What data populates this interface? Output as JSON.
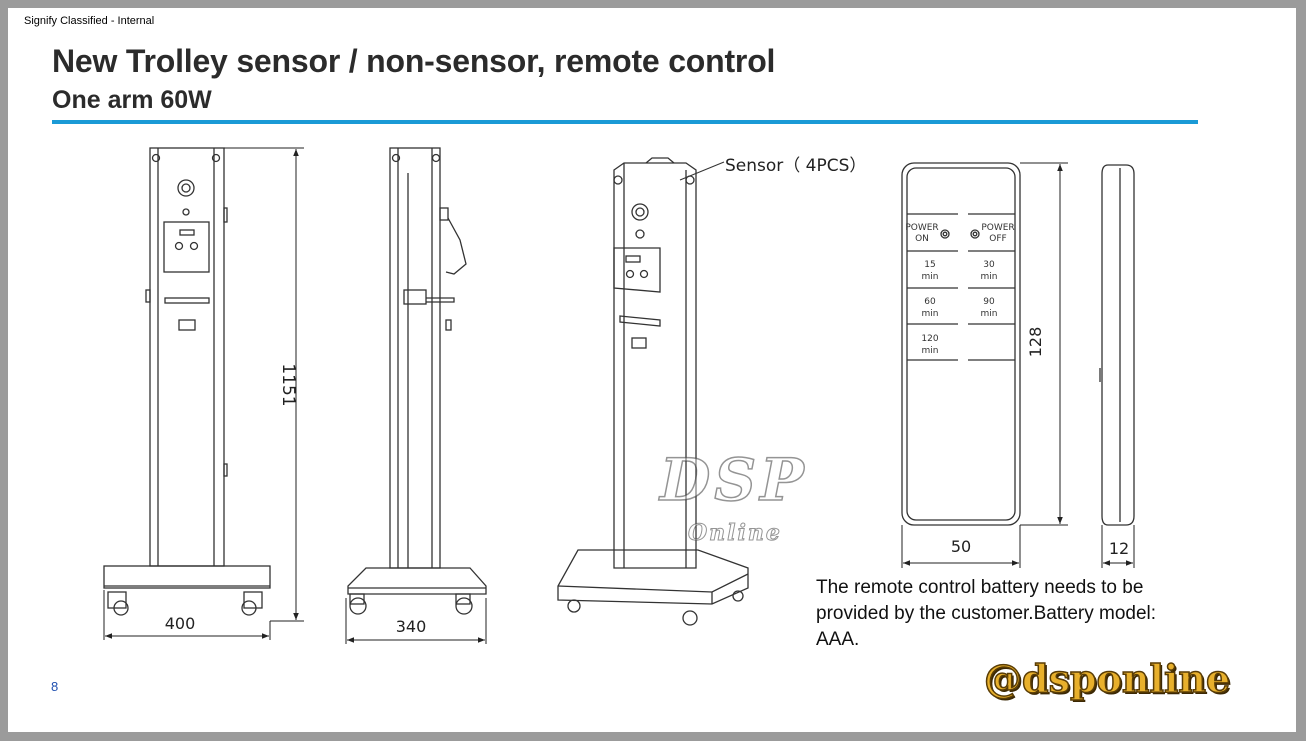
{
  "header": {
    "classification": "Signify Classified - Internal",
    "title": "New Trolley sensor / non-sensor, remote control",
    "subtitle": "One arm 60W"
  },
  "drawings": {
    "front_view": {
      "height_dim": "1151",
      "width_dim": "400"
    },
    "side_view": {
      "depth_dim": "340"
    },
    "perspective_view": {
      "callout": "Sensor（ 4PCS）"
    },
    "remote_front": {
      "buttons": [
        {
          "line1": "POWER",
          "line2": "ON"
        },
        {
          "line1": "POWER",
          "line2": "OFF"
        },
        {
          "line1": "15",
          "line2": "min"
        },
        {
          "line1": "30",
          "line2": "min"
        },
        {
          "line1": "60",
          "line2": "min"
        },
        {
          "line1": "90",
          "line2": "min"
        },
        {
          "line1": "120",
          "line2": "min"
        }
      ],
      "height_dim": "128",
      "width_dim": "50"
    },
    "remote_side": {
      "depth_dim": "12"
    }
  },
  "note": "The remote control battery needs to be provided by the customer.Battery model: AAA.",
  "footer": {
    "page_number": "8"
  },
  "watermarks": {
    "logo_main": "DSP",
    "logo_sub": "Online",
    "handle": "@dsponline"
  },
  "colors": {
    "accent_rule": "#1a9ad6",
    "page_number": "#2050b0",
    "handle_watermark": "#e8b02c"
  }
}
